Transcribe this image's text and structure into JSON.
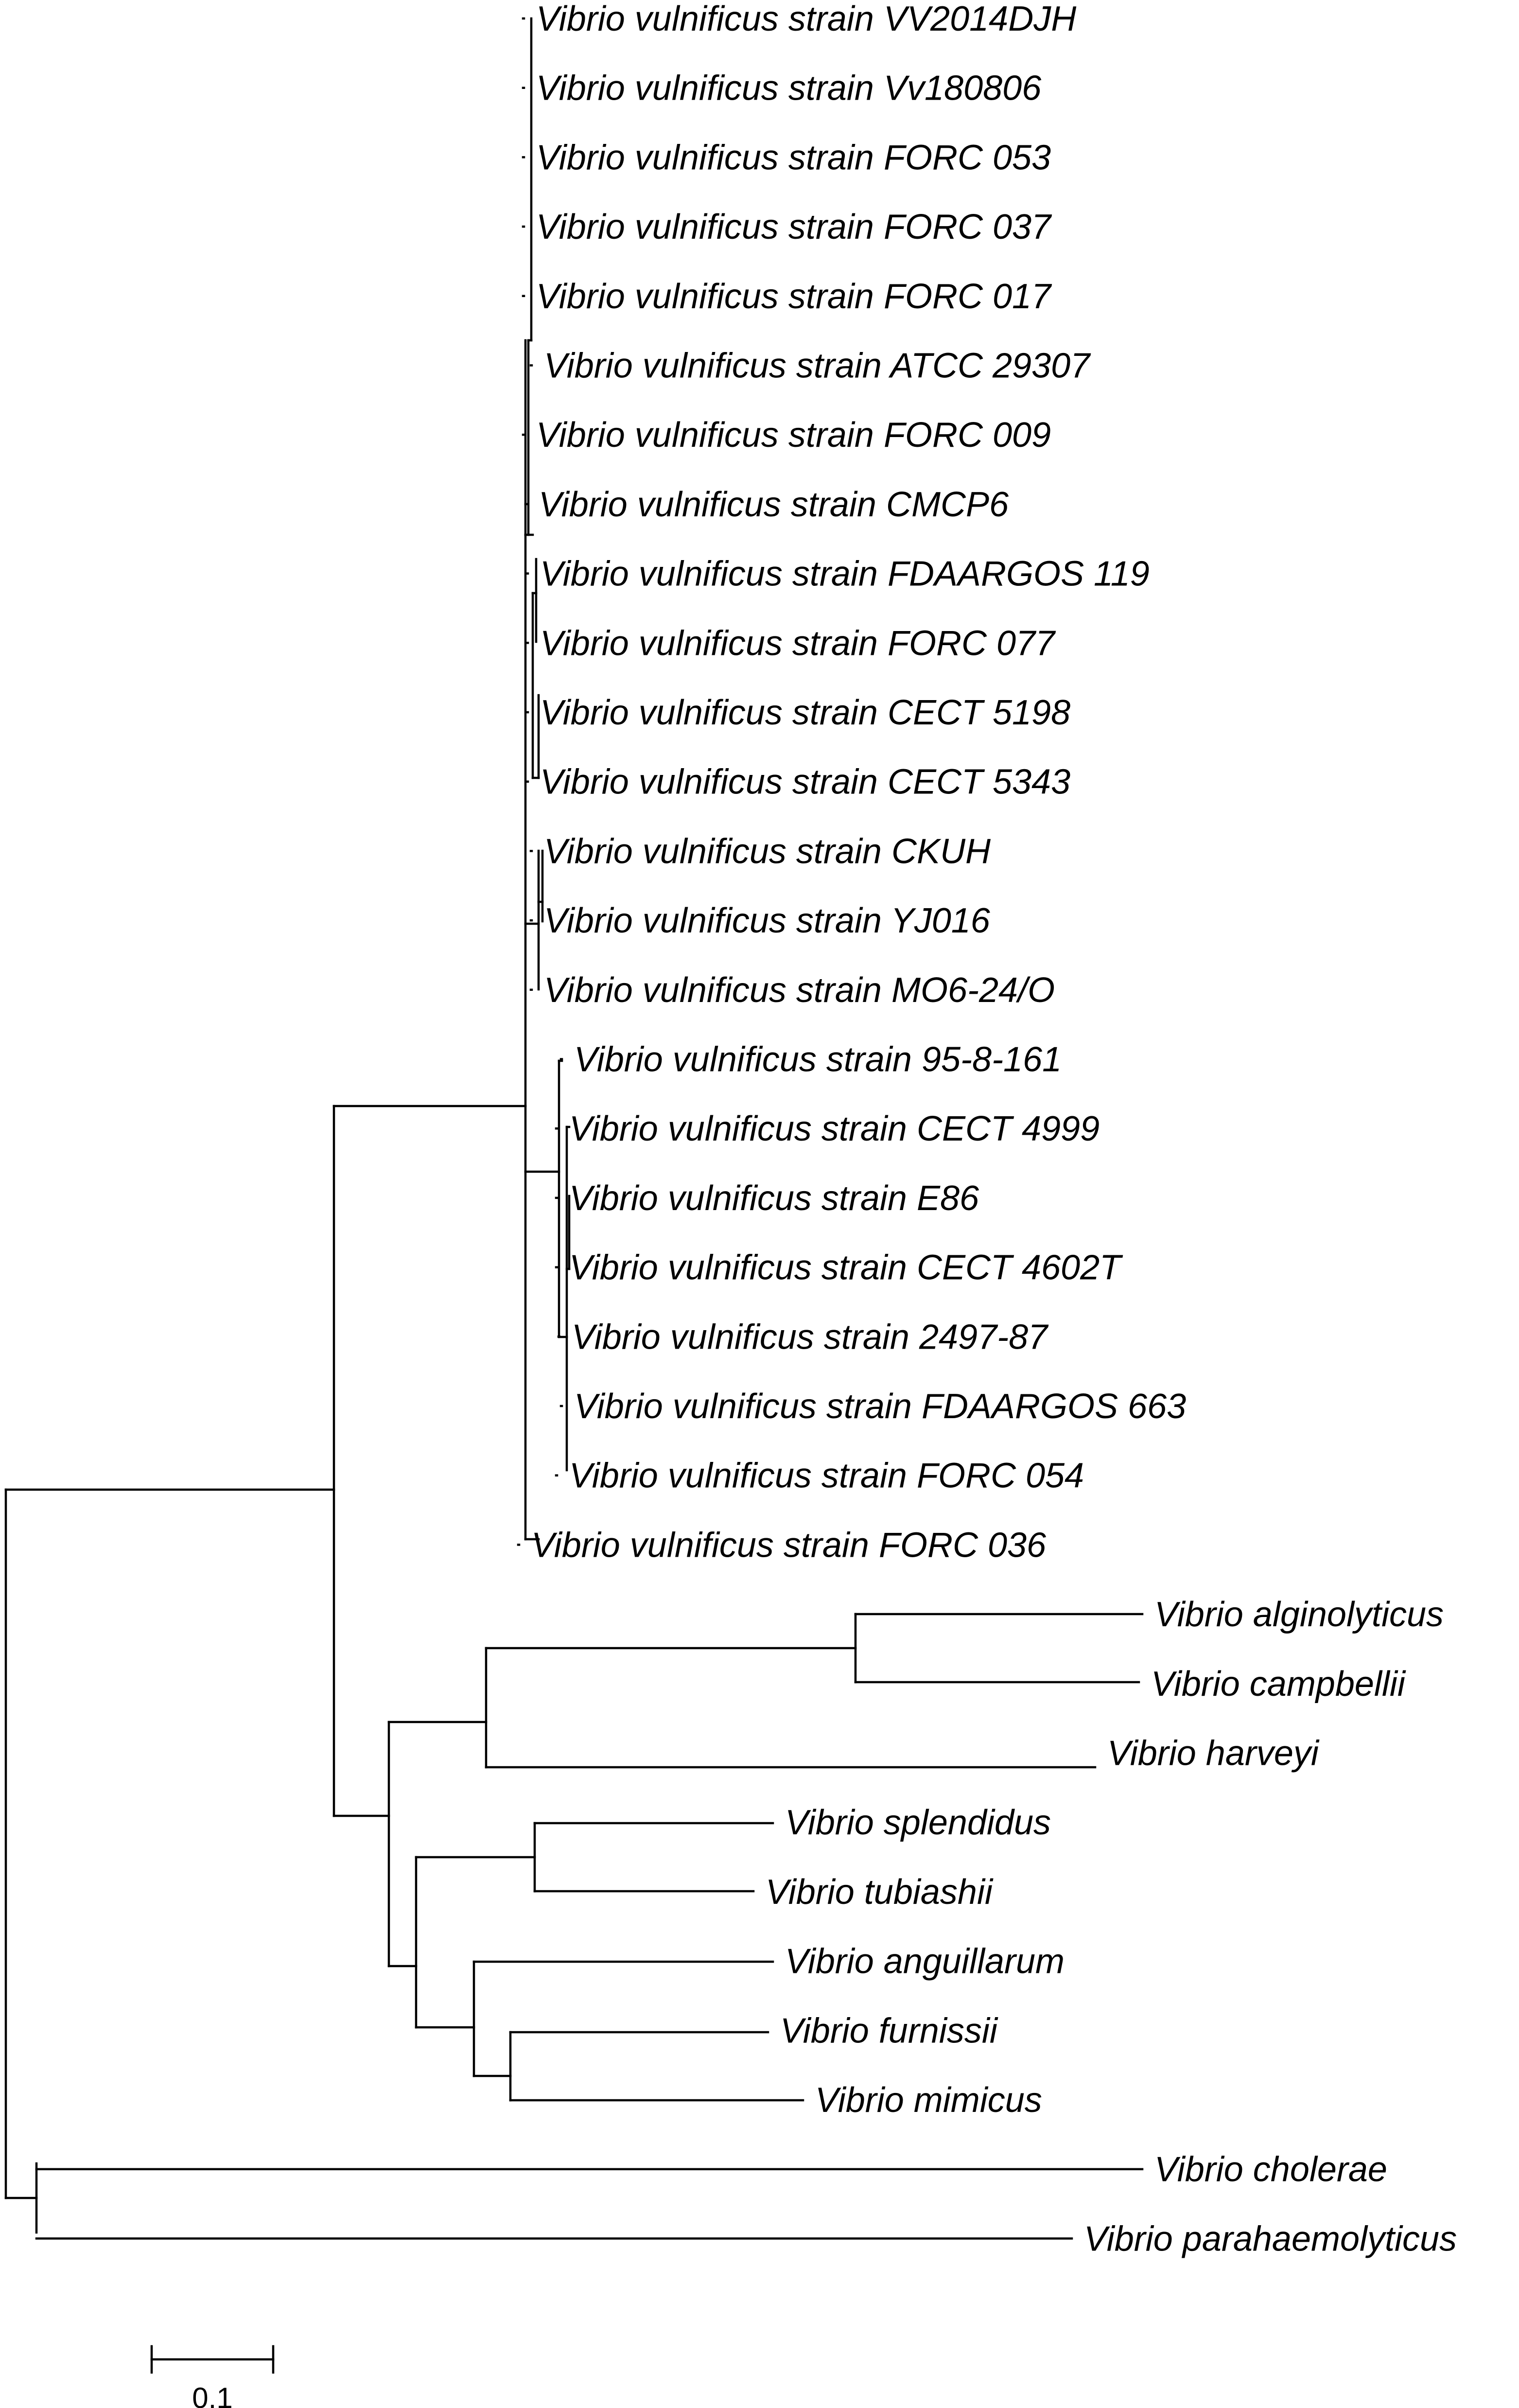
{
  "figure": {
    "line_color": "#000000",
    "text_color": "#000000",
    "background": "#ffffff"
  },
  "tree": {
    "leaves": [
      "Vibrio vulnificus strain VV2014DJH",
      "Vibrio vulnificus strain Vv180806",
      "Vibrio vulnificus strain FORC 053",
      "Vibrio vulnificus strain FORC 037",
      "Vibrio vulnificus strain FORC 017",
      "Vibrio vulnificus strain ATCC 29307",
      "Vibrio vulnificus strain FORC 009",
      "Vibrio vulnificus strain CMCP6",
      "Vibrio vulnificus strain FDAARGOS 119",
      "Vibrio vulnificus strain FORC 077",
      "Vibrio vulnificus strain CECT 5198",
      "Vibrio vulnificus strain CECT 5343",
      "Vibrio vulnificus strain CKUH",
      "Vibrio vulnificus strain YJ016",
      "Vibrio vulnificus strain MO6-24/O",
      "Vibrio vulnificus strain 95-8-161",
      "Vibrio vulnificus strain CECT 4999",
      "Vibrio vulnificus strain E86",
      "Vibrio vulnificus strain CECT 4602T",
      "Vibrio vulnificus strain 2497-87",
      "Vibrio vulnificus strain FDAARGOS 663",
      "Vibrio vulnificus strain FORC 054",
      "Vibrio vulnificus strain FORC 036",
      "Vibrio alginolyticus",
      "Vibrio campbellii",
      "Vibrio harveyi",
      "Vibrio splendidus",
      "Vibrio tubiashii",
      "Vibrio anguillarum",
      "Vibrio furnissii",
      "Vibrio mimicus",
      "Vibrio cholerae",
      "Vibrio parahaemolyticus"
    ],
    "scale_bar": {
      "label": "0.1",
      "value": 0.1
    }
  }
}
